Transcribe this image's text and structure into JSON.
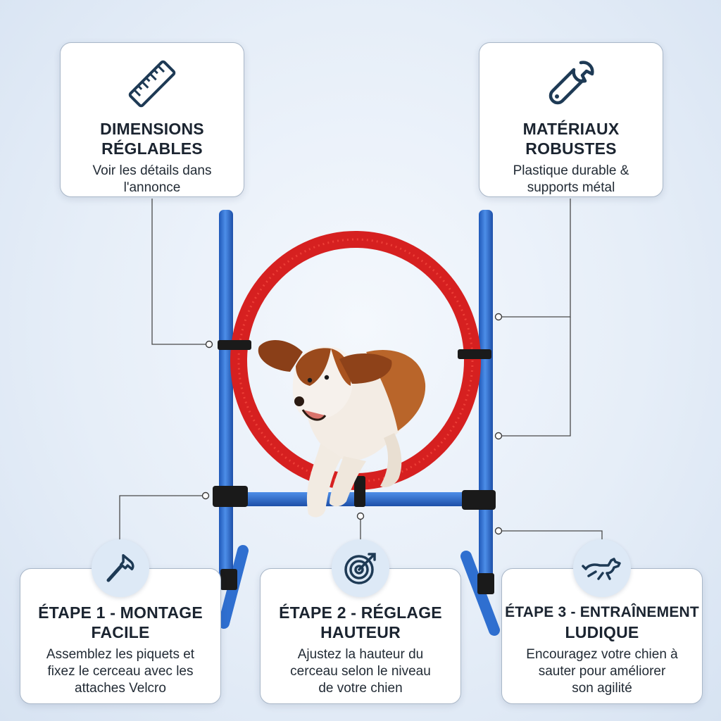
{
  "features": [
    {
      "icon": "ruler-icon",
      "title_line1": "DIMENSIONS",
      "title_line2": "RÉGLABLES",
      "desc_line1": "Voir les détails dans",
      "desc_line2": "l'annonce"
    },
    {
      "icon": "wrench-icon",
      "title_line1": "MATÉRIAUX",
      "title_line2": "ROBUSTES",
      "desc_line1": "Plastique durable &",
      "desc_line2": "supports métal"
    }
  ],
  "steps": [
    {
      "icon": "hammer-icon",
      "title_line1": "ÉTAPE 1 - MONTAGE",
      "title_line2": "FACILE",
      "desc_line1": "Assemblez les piquets et",
      "desc_line2": "fixez le cerceau avec les",
      "desc_line3": "attaches Velcro"
    },
    {
      "icon": "target-icon",
      "title_line1": "ÉTAPE 2 - RÉGLAGE",
      "title_line2": "HAUTEUR",
      "desc_line1": "Ajustez la hauteur du",
      "desc_line2": "cerceau selon le niveau",
      "desc_line3": "de votre chien"
    },
    {
      "icon": "running-dog-icon",
      "title_line1": "ÉTAPE 3 - ENTRAÎNEMENT",
      "title_line2": "LUDIQUE",
      "desc_line1": "Encouragez votre chien à",
      "desc_line2": "sauter pour améliorer",
      "desc_line3": "son agilité"
    }
  ],
  "colors": {
    "pole": "#2f6fd0",
    "hoop": "#d62020",
    "strap": "#1a1a1a",
    "icon": "#1e3a55",
    "line": "#4a4a4a"
  }
}
